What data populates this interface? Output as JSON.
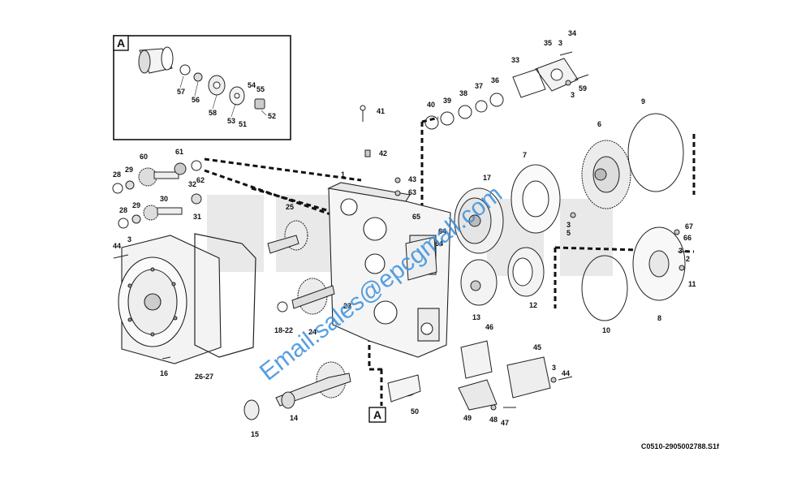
{
  "inset": {
    "letter": "A"
  },
  "view_marker": {
    "letter": "A"
  },
  "reference_code": "C0510-2905002788.S1f",
  "watermark": "Email:sales@epcgmall.com",
  "callouts": [
    "57",
    "56",
    "58",
    "53",
    "51",
    "54",
    "55",
    "52",
    "35",
    "34",
    "3",
    "59",
    "3",
    "33",
    "40",
    "39",
    "38",
    "37",
    "36",
    "41",
    "42",
    "43",
    "63",
    "9",
    "6",
    "7",
    "17",
    "60",
    "61",
    "29",
    "28",
    "62",
    "32",
    "30",
    "29",
    "28",
    "31",
    "44",
    "3",
    "1",
    "25",
    "65",
    "64",
    "64",
    "5",
    "3",
    "67",
    "66",
    "3",
    "2",
    "11",
    "18-22",
    "24",
    "23",
    "13",
    "12",
    "10",
    "8",
    "16",
    "26-27",
    "46",
    "45",
    "3",
    "44",
    "14",
    "15",
    "50",
    "49",
    "48",
    "47"
  ]
}
